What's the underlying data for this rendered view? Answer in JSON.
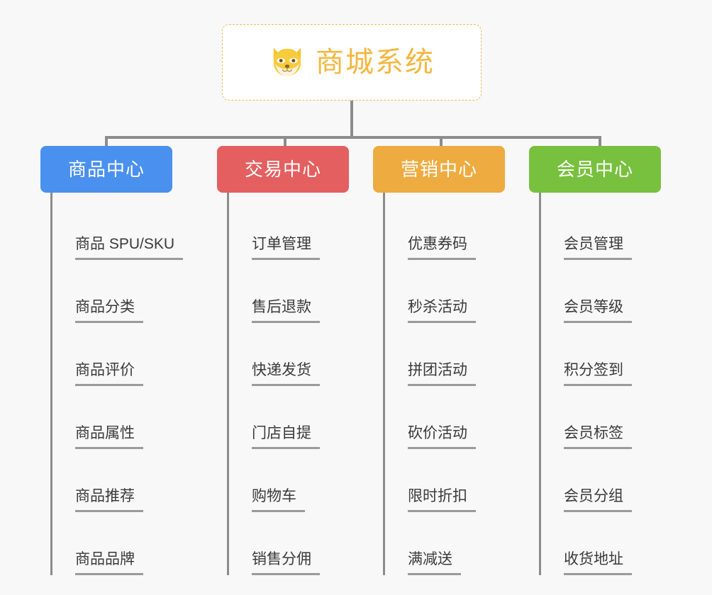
{
  "page": {
    "background_color": "#f8f8f8",
    "type": "mindmap"
  },
  "root": {
    "title": "商城系统",
    "icon": "shiba-dog-icon",
    "text_color": "#f3b73f",
    "border_color": "#f0b95a",
    "background_color": "#ffffff"
  },
  "columns": [
    {
      "title": "商品中心",
      "color": "#4a90ee",
      "items": [
        "商品 SPU/SKU",
        "商品分类",
        "商品评价",
        "商品属性",
        "商品推荐",
        "商品品牌"
      ]
    },
    {
      "title": "交易中心",
      "color": "#e45f5f",
      "items": [
        "订单管理",
        "售后退款",
        "快递发货",
        "门店自提",
        "购物车",
        "销售分佣"
      ]
    },
    {
      "title": "营销中心",
      "color": "#eeab3f",
      "items": [
        "优惠券码",
        "秒杀活动",
        "拼团活动",
        "砍价活动",
        "限时折扣",
        "满减送"
      ]
    },
    {
      "title": "会员中心",
      "color": "#78c13e",
      "items": [
        "会员管理",
        "会员等级",
        "积分签到",
        "会员标签",
        "会员分组",
        "收货地址"
      ]
    }
  ],
  "connector": {
    "color": "#8c8c8c"
  }
}
